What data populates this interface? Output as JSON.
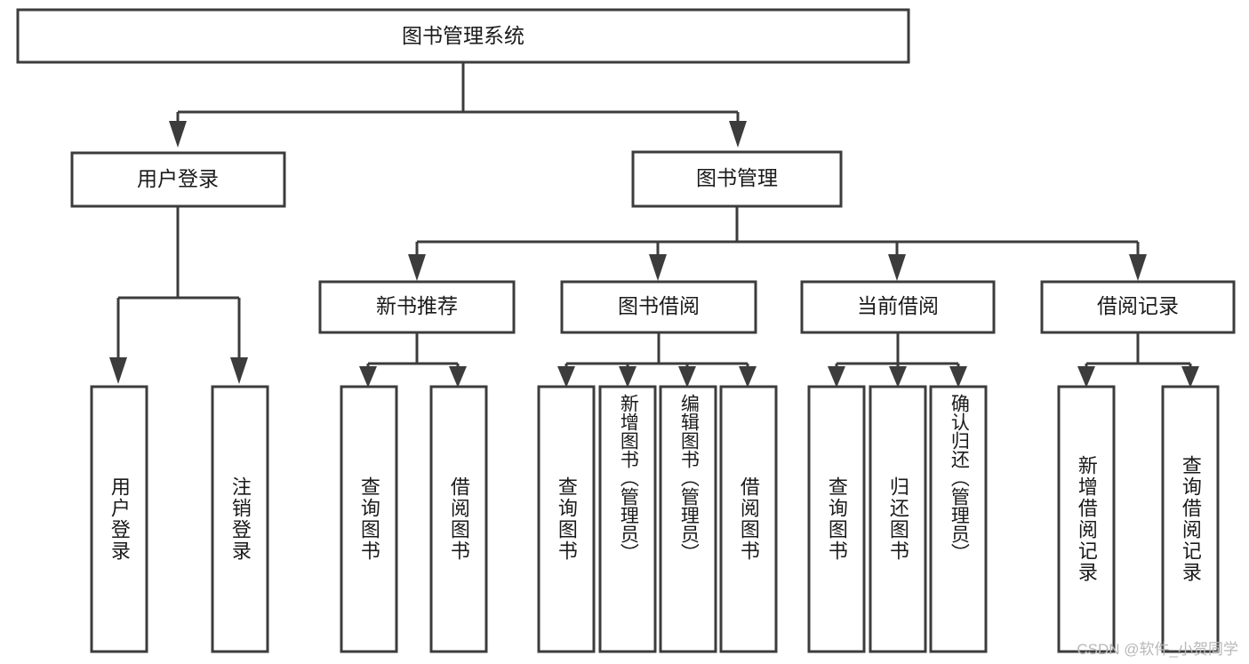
{
  "diagram": {
    "title": "图书管理系统",
    "type": "tree",
    "colors": {
      "stroke": "#3c3c3c",
      "box_fill": "#ffffff",
      "text": "#1a1a1a",
      "background": "#ffffff",
      "watermark": "#b8b8b8"
    },
    "root": {
      "label": "图书管理系统"
    },
    "level2": [
      {
        "label": "用户登录"
      },
      {
        "label": "图书管理"
      }
    ],
    "level3": [
      {
        "label": "新书推荐"
      },
      {
        "label": "图书借阅"
      },
      {
        "label": "当前借阅"
      },
      {
        "label": "借阅记录"
      }
    ],
    "leaves": {
      "user_login": [
        {
          "label": "用户登录"
        },
        {
          "label": "注销登录"
        }
      ],
      "new_book_recommend": [
        {
          "label": "查询图书"
        },
        {
          "label": "借阅图书"
        }
      ],
      "book_borrow": [
        {
          "label": "查询图书"
        },
        {
          "label": "新增图书（管理员）"
        },
        {
          "label": "编辑图书（管理员）"
        },
        {
          "label": "借阅图书"
        }
      ],
      "current_borrow": [
        {
          "label": "查询图书"
        },
        {
          "label": "归还图书"
        },
        {
          "label": "确认归还（管理员）"
        }
      ],
      "borrow_record": [
        {
          "label": "新增借阅记录"
        },
        {
          "label": "查询借阅记录"
        }
      ]
    }
  },
  "watermark": {
    "text": "CSDN @软件_小贺同学"
  }
}
